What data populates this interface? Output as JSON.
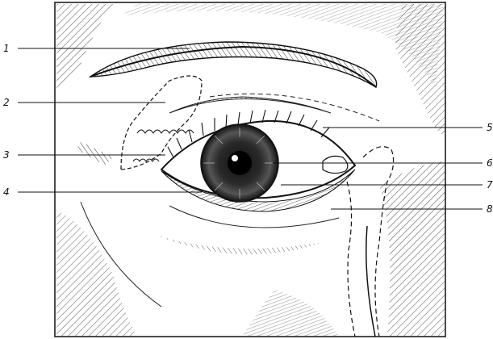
{
  "figure": {
    "labels_left": [
      {
        "id": "1",
        "text": "1"
      },
      {
        "id": "2",
        "text": "2"
      },
      {
        "id": "3",
        "text": "3"
      },
      {
        "id": "4",
        "text": "4"
      }
    ],
    "labels_right": [
      {
        "id": "5",
        "text": "5"
      },
      {
        "id": "6",
        "text": "6"
      },
      {
        "id": "7",
        "text": "7"
      },
      {
        "id": "8",
        "text": "8"
      }
    ]
  }
}
